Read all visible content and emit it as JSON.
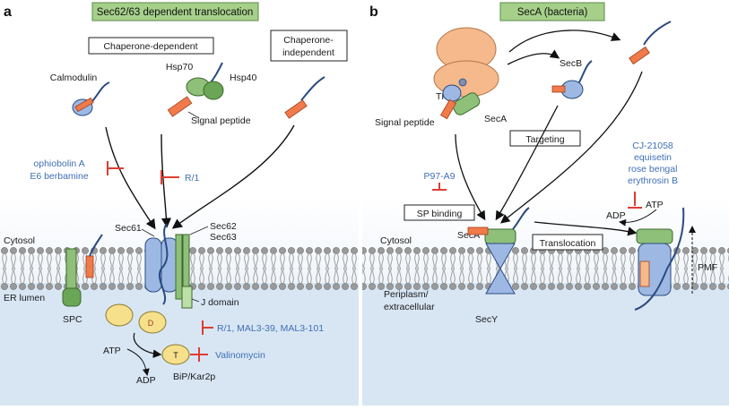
{
  "panels": {
    "a": {
      "letter": "a",
      "title": "Sec62/63 dependent translocation",
      "box_chaperone_dependent": "Chaperone-dependent",
      "box_chaperone_independent_1": "Chaperone-",
      "box_chaperone_independent_2": "independent",
      "calmodulin": "Calmodulin",
      "hsp70": "Hsp70",
      "hsp40": "Hsp40",
      "signal_peptide": "Signal peptide",
      "inhibitor_1a": "ophiobolin A",
      "inhibitor_1b": "E6 berbamine",
      "inhibitor_2": "R/1",
      "sec61": "Sec61",
      "sec62": "Sec62",
      "sec63": "Sec63",
      "cytosol": "Cytosol",
      "er_lumen": "ER lumen",
      "spc": "SPC",
      "j_domain": "J domain",
      "inhibitor_3": "R/1, MAL3-39, MAL3-101",
      "atp": "ATP",
      "adp": "ADP",
      "t_label": "T",
      "d_label": "D",
      "valinomycin": "Valinomycin",
      "bip": "BiP/Kar2p"
    },
    "b": {
      "letter": "b",
      "title": "SecA (bacteria)",
      "tf": "TF",
      "seca_top": "SecA",
      "signal_peptide": "Signal peptide",
      "secb": "SecB",
      "targeting": "Targeting",
      "p97": "P97-A9",
      "sp_binding": "SP binding",
      "inhibitors_1": "CJ-21058",
      "inhibitors_2": "equisetin",
      "inhibitors_3": "rose bengal",
      "inhibitors_4": "erythrosin B",
      "adp": "ADP",
      "atp": "ATP",
      "cytosol": "Cytosol",
      "seca_mem": "SecA",
      "translocation": "Translocation",
      "pmf": "PMF",
      "periplasm_1": "Periplasm/",
      "periplasm_2": "extracellular",
      "secy": "SecY"
    }
  },
  "colors": {
    "title_bg": "#a6d08a",
    "green_protein": "#8fc07a",
    "blue_protein": "#9db9e3",
    "orange_peptide": "#f07a4a",
    "ribosome": "#f5b98b",
    "bip": "#f7e08c",
    "inhibitor_red": "#e03c31",
    "inhibitor_text": "#3f6fb5",
    "lumen_bg": "#d8e6f4"
  }
}
